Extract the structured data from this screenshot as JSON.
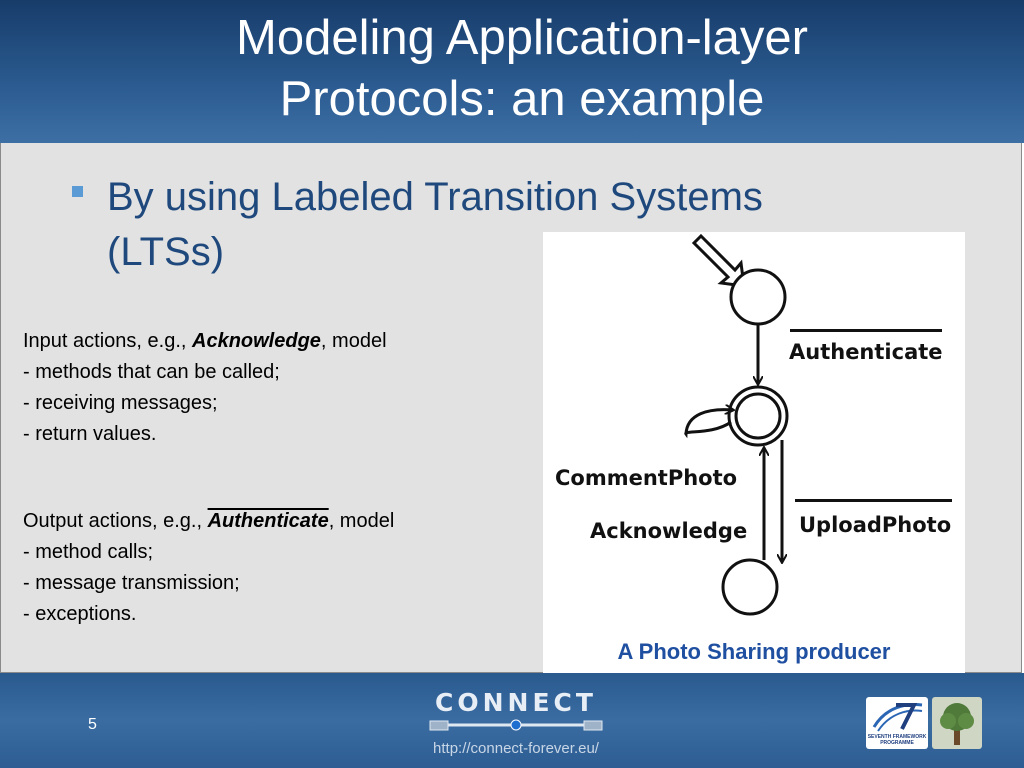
{
  "slide": {
    "title_line1": "Modeling Application-layer",
    "title_line2": "Protocols: an example",
    "bullet_line1": "By using Labeled Transition Systems",
    "bullet_line2": "(LTSs)",
    "input_block": {
      "prefix": "Input actions, e.g., ",
      "keyword": "Acknowledge",
      "suffix": ", model",
      "items": [
        "- methods that can be called;",
        "- receiving messages;",
        "- return values."
      ]
    },
    "output_block": {
      "prefix": "Output actions, e.g., ",
      "keyword": "Authenticate",
      "suffix": ", model",
      "items": [
        "- method calls;",
        "- message transmission;",
        "- exceptions."
      ]
    }
  },
  "diagram": {
    "labels": {
      "authenticate": "Authenticate",
      "comment_photo": "CommentPhoto",
      "acknowledge": "Acknowledge",
      "upload_photo": "UploadPhoto"
    },
    "caption": "A Photo Sharing producer"
  },
  "footer": {
    "page_number": "5",
    "logo_text": "CONNECT",
    "url": "http://connect-forever.eu/",
    "fp7_label": "SEVENTH FRAMEWORK PROGRAMME"
  },
  "colors": {
    "header": "#2b5b90",
    "bullet_text": "#1f497d",
    "caption": "#1f4fa0",
    "content_bg": "#e2e2e2"
  }
}
